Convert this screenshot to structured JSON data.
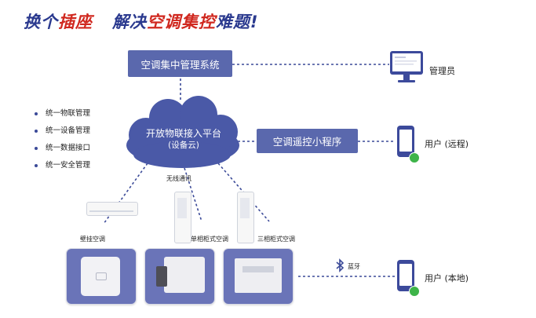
{
  "header": {
    "title_part1": "换个",
    "title_part2": "插座",
    "title_part3": "解决",
    "title_part4": "空调集控",
    "title_part5": "难题!"
  },
  "nodes": {
    "central_system": "空调集中管理系统",
    "platform_line1": "开放物联接入平台",
    "platform_line2": "(设备云)",
    "mini_program": "空调遥控小程序"
  },
  "features": [
    "统一物联管理",
    "统一设备管理",
    "统一数据接口",
    "统一安全管理"
  ],
  "endpoints": {
    "admin": "管理员",
    "remote_user": "用户 (远程)",
    "local_user": "用户 (本地)"
  },
  "links": {
    "wireless": "无线通讯",
    "bluetooth": "蓝牙"
  },
  "devices": {
    "wall_ac": "壁挂空调",
    "single_phase_ac": "单相柜式空调",
    "three_phase_ac": "三相柜式空调"
  },
  "colors": {
    "navy": "#2b3a8f",
    "red": "#d0281f",
    "box": "#5a68ad",
    "cloud": "#4a59a7",
    "connector": "#3b4a98",
    "wechat_green": "#3eb449"
  },
  "icons": {
    "admin": "monitor-icon",
    "remote": "smartphone-icon",
    "wechat": "wechat-icon",
    "bluetooth": "bluetooth-icon"
  }
}
